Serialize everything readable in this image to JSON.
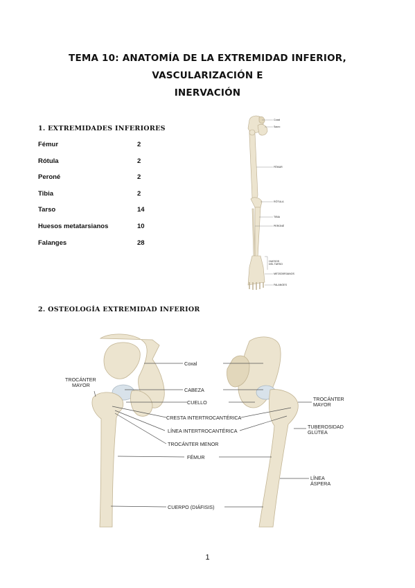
{
  "title_line1": "TEMA 10: ANATOMÍA DE LA EXTREMIDAD INFERIOR, VASCULARIZACIÓN E",
  "title_line2": "INERVACIÓN",
  "section1": {
    "heading": "1. EXTREMIDADES INFERIORES"
  },
  "bones": [
    {
      "name": "Fémur",
      "count": "2"
    },
    {
      "name": "Rótula",
      "count": "2"
    },
    {
      "name": "Peroné",
      "count": "2"
    },
    {
      "name": "Tibia",
      "count": "2"
    },
    {
      "name": "Tarso",
      "count": "14"
    },
    {
      "name": "Huesos metatarsianos",
      "count": "10"
    },
    {
      "name": "Falanges",
      "count": "28"
    }
  ],
  "figure1_labels": {
    "coxal": "Coxal",
    "sacro": "Sacro",
    "femur": "FÉMUR",
    "rotula": "RÓTULA",
    "tibia": "TIBIA",
    "perone": "PERONÉ",
    "tarso_line1": "HUESOS",
    "tarso_line2": "DEL TARSO",
    "metatarsianos": "METATARSIANOS",
    "falanges": "FALANGES"
  },
  "section2": {
    "heading": "2. OSTEOLOGÍA EXTREMIDAD INFERIOR"
  },
  "figure2_labels": {
    "coxal": "Coxal",
    "cabeza": "CABEZA",
    "cuello": "CUELLO",
    "cresta": "CRESTA INTERTROCANTÉRICA",
    "linea_intertro": "LÍNEA INTERTROCANTÉRICA",
    "trocanter_menor": "TROCÁNTER MENOR",
    "femur": "FÉMUR",
    "cuerpo": "CUERPO (DIÁFISIS)",
    "trocanter_mayor_l1": "TROCÁNTER",
    "trocanter_mayor_l2": "MAYOR",
    "tuberosidad_l1": "TUBEROSIDAD",
    "tuberosidad_l2": "GLÚTEA",
    "linea_aspera_l1": "LÍNEA",
    "linea_aspera_l2": "ÁSPERA"
  },
  "page_number": "1"
}
